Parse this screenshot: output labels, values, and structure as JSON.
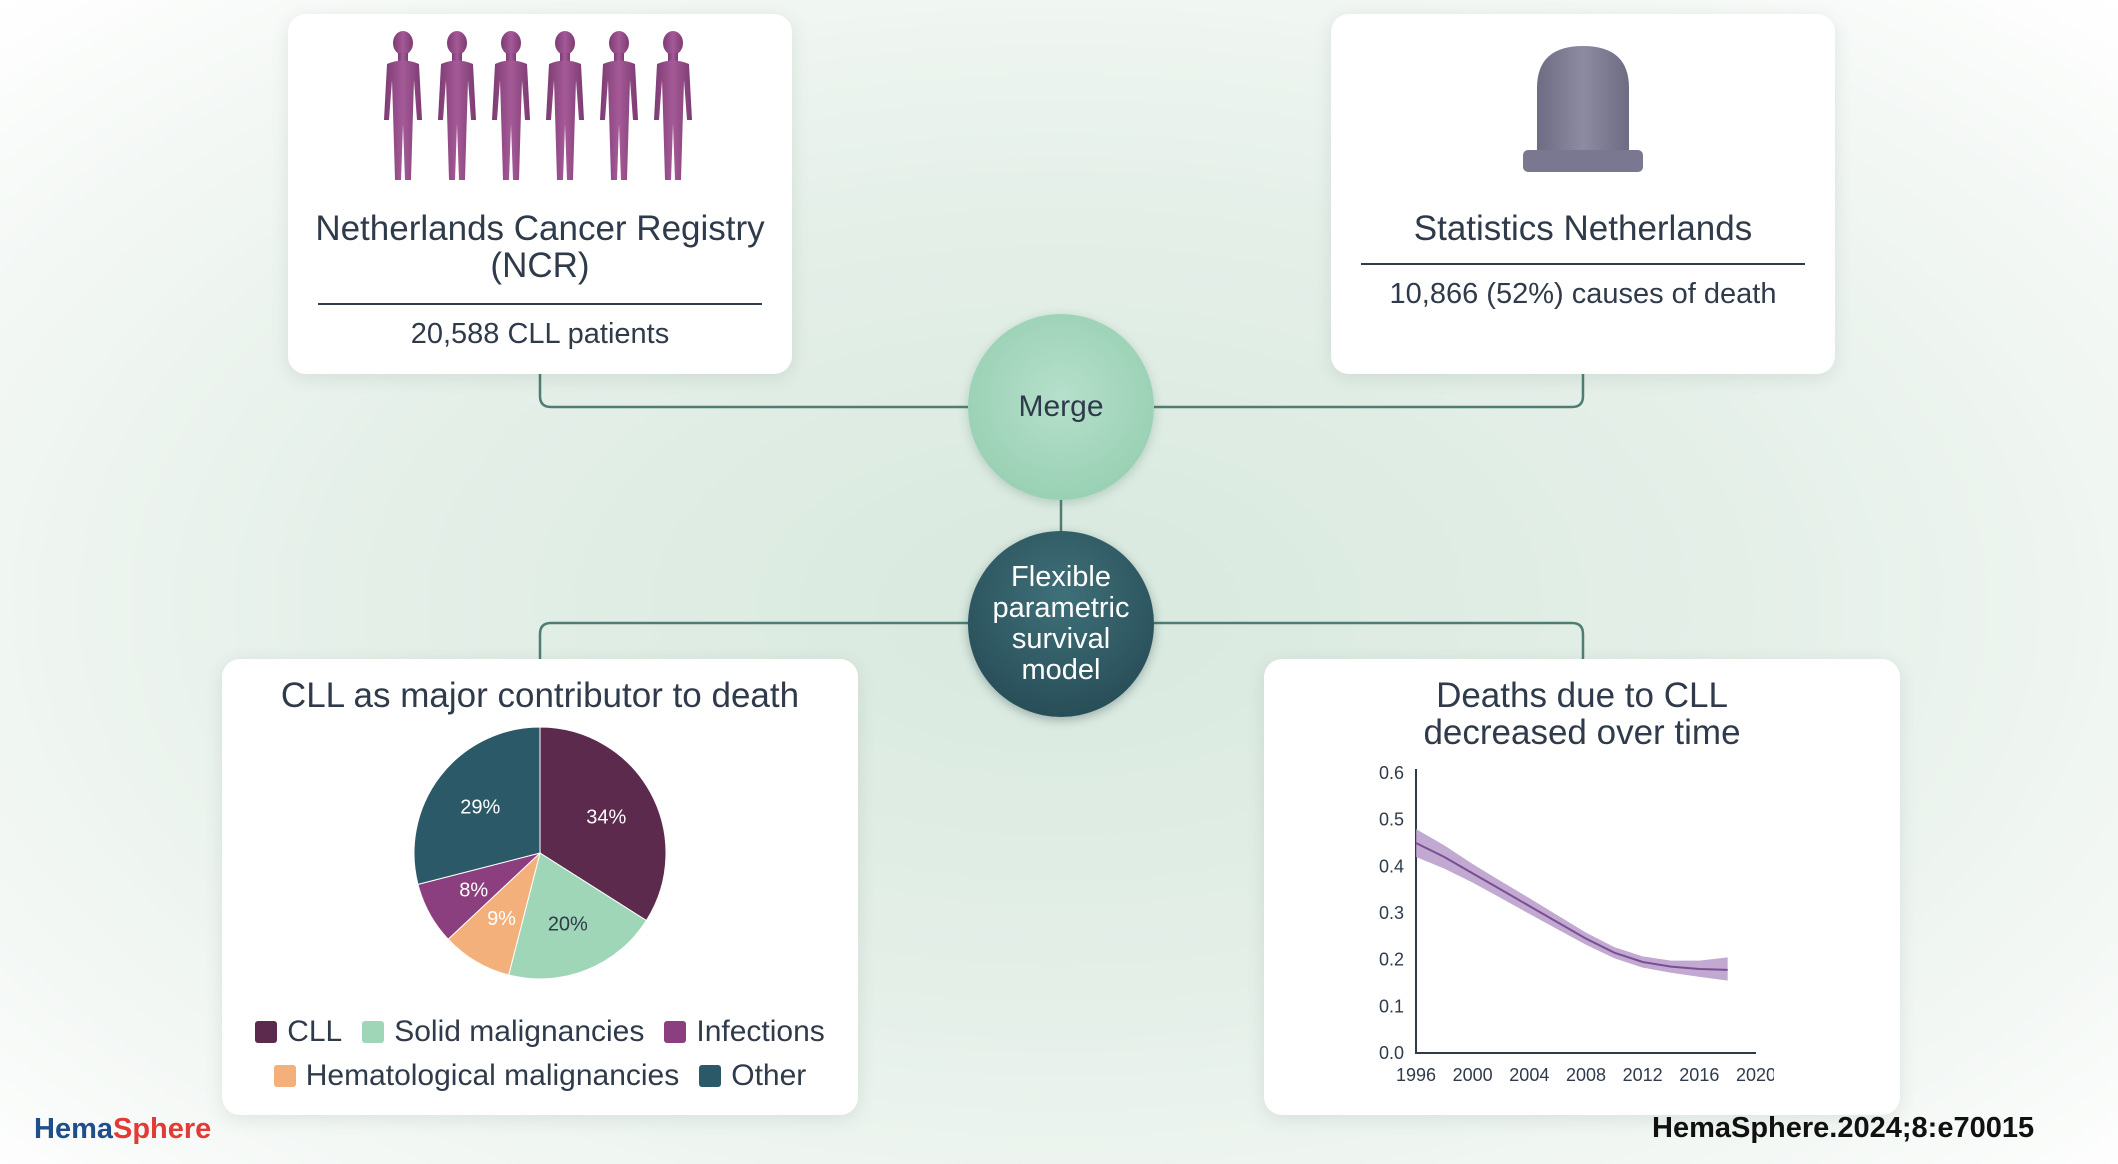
{
  "ncr_card": {
    "title": "Netherlands Cancer Registry (NCR)",
    "subtitle": "20,588 CLL patients",
    "icon": "people-icon"
  },
  "cbs_card": {
    "title": "Statistics Netherlands",
    "subtitle": "10,866 (52%) causes of death",
    "icon": "tombstone-icon"
  },
  "merge_node": {
    "label": "Merge"
  },
  "model_node": {
    "label": "Flexible parametric survival model"
  },
  "pie_card": {
    "title": "CLL as major contributor to death"
  },
  "line_card": {
    "title": "Deaths due to CLL decreased over time"
  },
  "colors": {
    "cll": "#5b2a4c",
    "solid": "#9fd6b8",
    "infections": "#8b3f7f",
    "hematological": "#f3b07a",
    "other": "#2b5968",
    "band": "#b79ac9",
    "line": "#7a4e92",
    "connector": "#4f7d74"
  },
  "chart_data": [
    {
      "type": "pie",
      "title": "CLL as major contributor to death",
      "slices": [
        {
          "label": "CLL",
          "value": 34,
          "display": "34%"
        },
        {
          "label": "Solid malignancies",
          "value": 20,
          "display": "20%"
        },
        {
          "label": "Hematological malignancies",
          "value": 9,
          "display": "9%"
        },
        {
          "label": "Infections",
          "value": 8,
          "display": "8%"
        },
        {
          "label": "Other",
          "value": 29,
          "display": "29%"
        }
      ],
      "legend": {
        "row1": [
          "CLL",
          "Solid malignancies",
          "Infections"
        ],
        "row2": [
          "Hematological malignancies",
          "Other"
        ]
      }
    },
    {
      "type": "line",
      "title": "Deaths due to CLL decreased over time",
      "xlim": [
        1996,
        2020
      ],
      "ylim": [
        0.0,
        0.6
      ],
      "x_ticks": [
        "1996",
        "2000",
        "2004",
        "2008",
        "2012",
        "2016",
        "2020"
      ],
      "y_ticks": [
        "0.0",
        "0.1",
        "0.2",
        "0.3",
        "0.4",
        "0.5",
        "0.6"
      ],
      "grid": false,
      "x": [
        1996,
        1998,
        2000,
        2002,
        2004,
        2006,
        2008,
        2010,
        2012,
        2014,
        2016,
        2018
      ],
      "y": [
        0.45,
        0.42,
        0.385,
        0.35,
        0.315,
        0.28,
        0.245,
        0.215,
        0.195,
        0.185,
        0.18,
        0.178
      ],
      "lower": [
        0.42,
        0.395,
        0.365,
        0.332,
        0.298,
        0.265,
        0.232,
        0.203,
        0.183,
        0.172,
        0.163,
        0.155
      ],
      "upper": [
        0.48,
        0.445,
        0.405,
        0.368,
        0.332,
        0.295,
        0.258,
        0.227,
        0.207,
        0.198,
        0.198,
        0.205
      ]
    }
  ],
  "footer": {
    "brand_part1": "Hema",
    "brand_part2": "Sphere",
    "citation": "HemaSphere.2024;8:e70015"
  }
}
